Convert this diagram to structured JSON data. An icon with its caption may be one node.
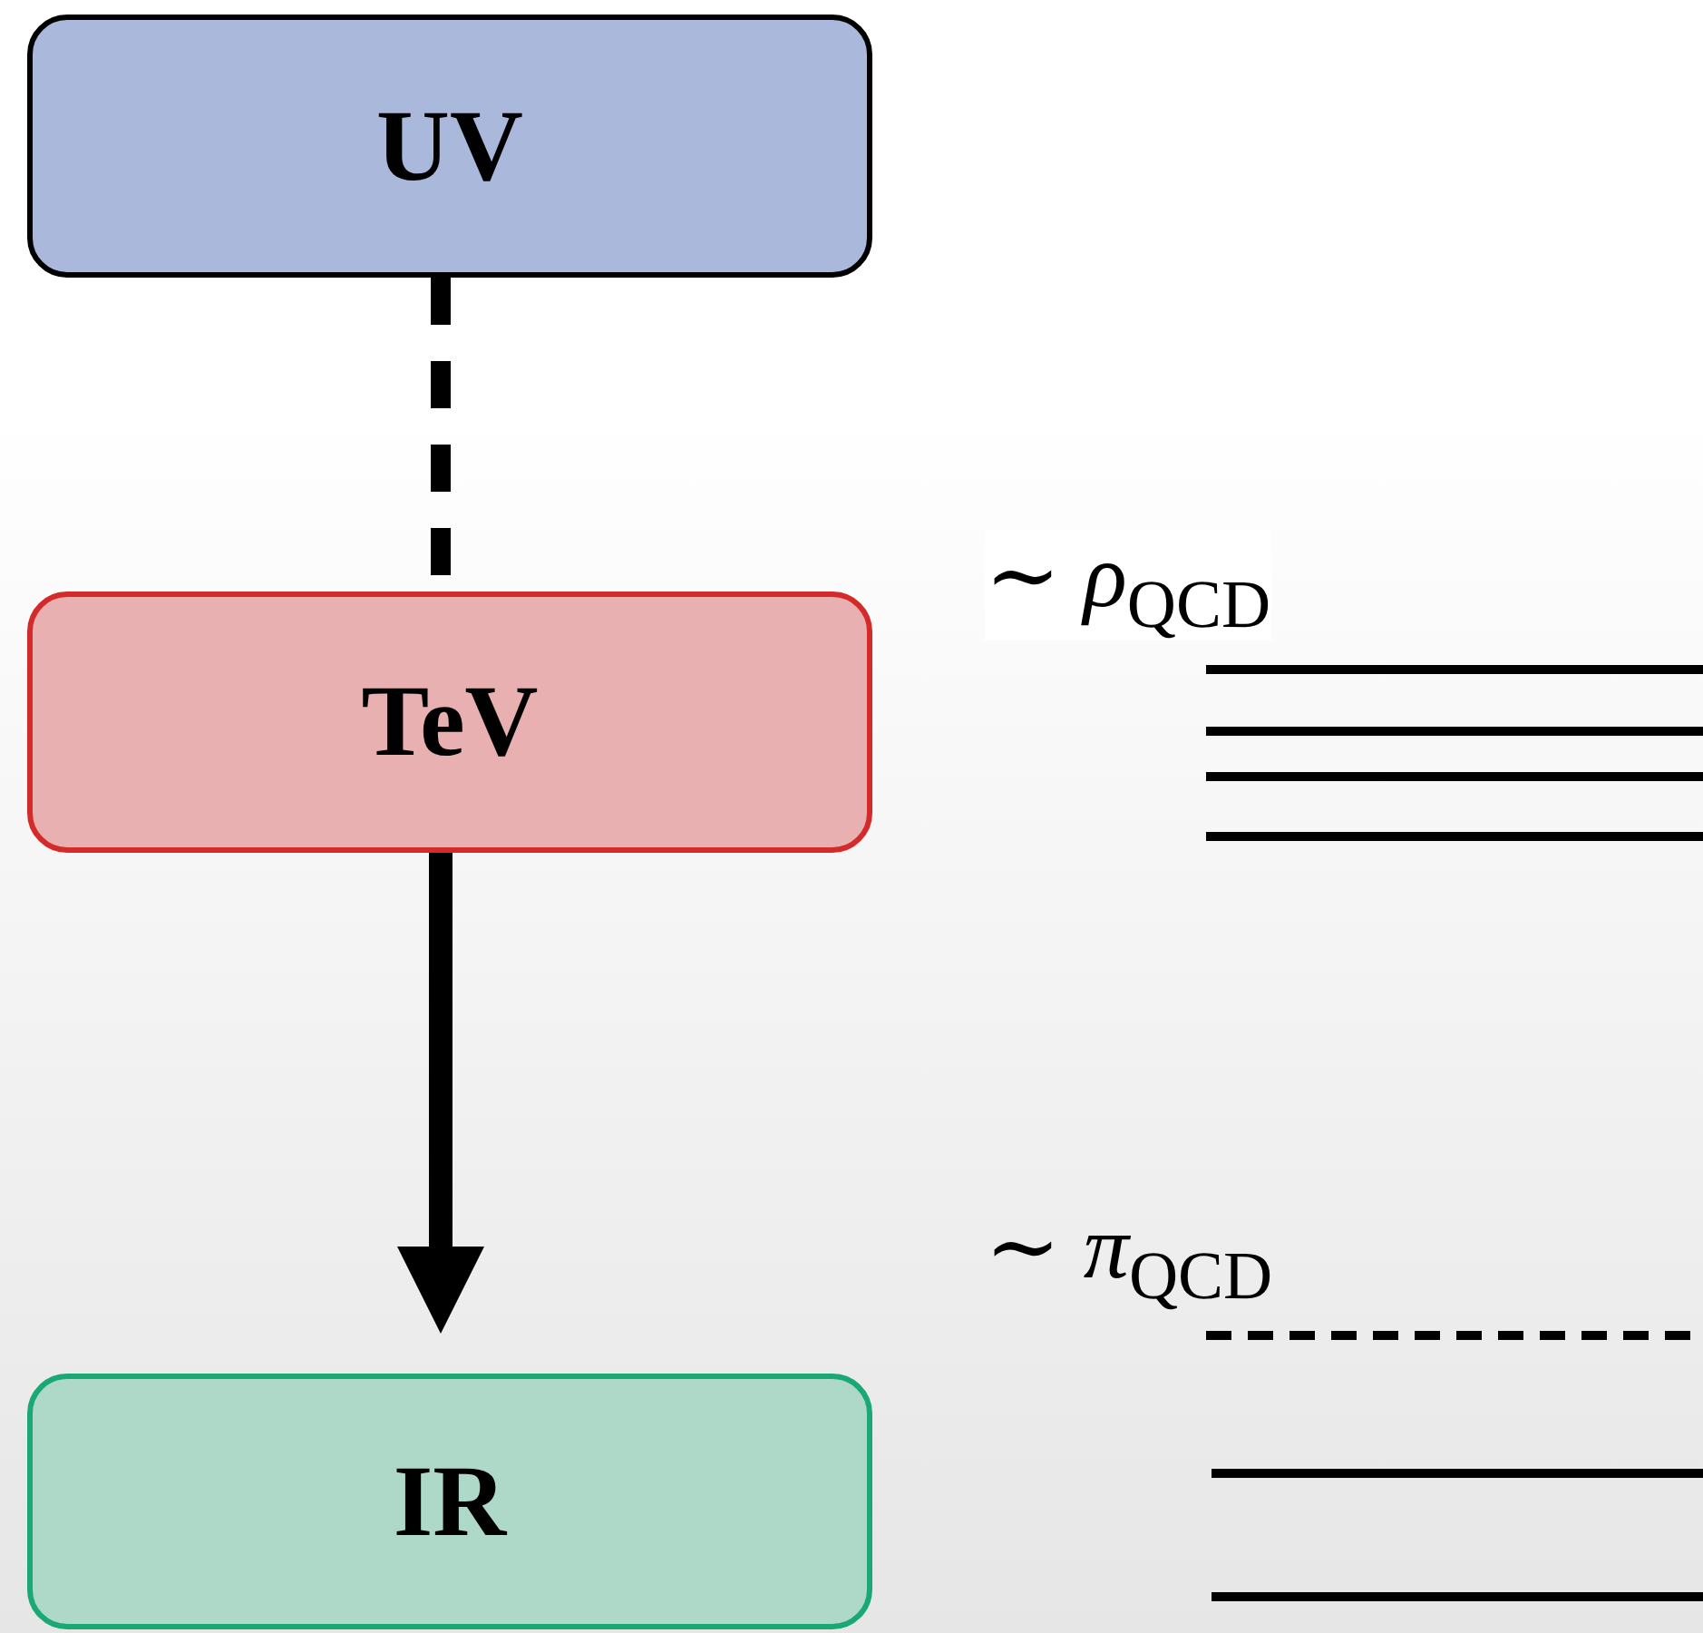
{
  "diagram": {
    "nodes": [
      {
        "text": [
          "UV"
        ]
      },
      {
        "text": [
          "TeV"
        ]
      },
      {
        "text": [
          "IR"
        ]
      }
    ],
    "edges": [
      {
        "from": 0,
        "to": 1,
        "arrow": "none",
        "style": "dashed"
      },
      {
        "from": 1,
        "to": 2,
        "arrow": "to"
      }
    ],
    "labels": [
      "∼ *ρ*$_{QCD}$",
      "∼ *π*$_{QCD}$"
    ]
  }
}
